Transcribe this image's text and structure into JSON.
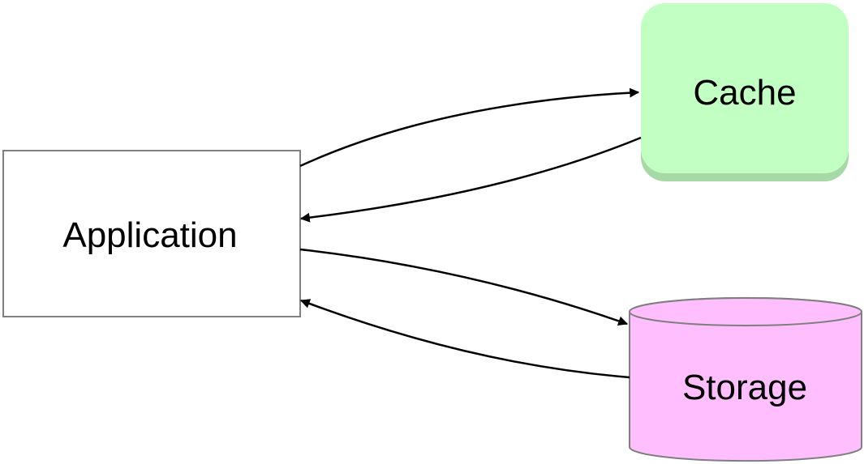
{
  "nodes": {
    "application": {
      "label": "Application",
      "fill": "#ffffff",
      "stroke": "#808080"
    },
    "cache": {
      "label": "Cache",
      "fill": "#c2ffc2",
      "shadow": "#a6d9a6"
    },
    "storage": {
      "label": "Storage",
      "fill": "#ffbfff",
      "stroke": "#7f7f7f"
    }
  }
}
